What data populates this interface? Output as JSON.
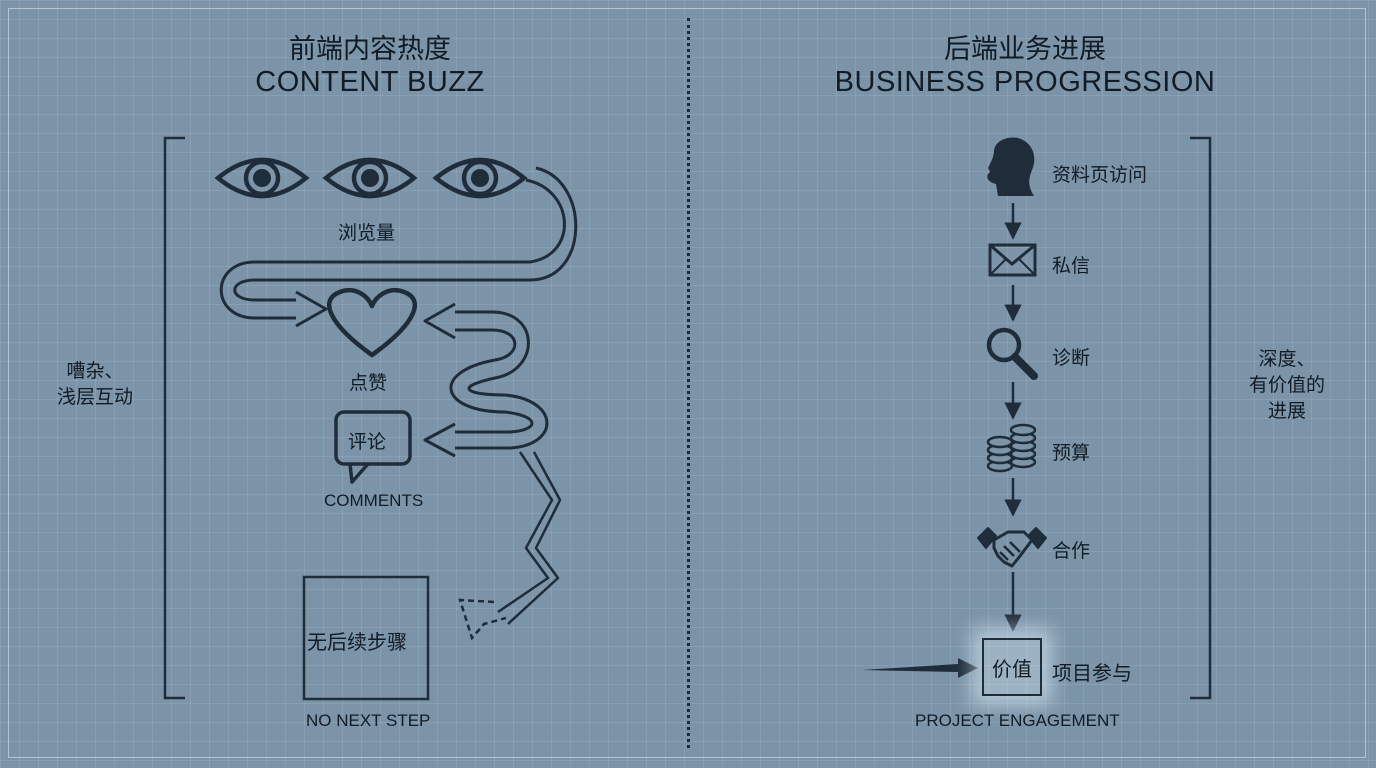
{
  "left": {
    "title_zh": "前端内容热度",
    "title_en": "CONTENT BUZZ",
    "views_label": "浏览量",
    "likes_label": "点赞",
    "comment_bubble": "评论",
    "comments_label": "COMMENTS",
    "no_next_box": "无后续步骤",
    "no_next_label": "NO NEXT STEP",
    "side_note": [
      "嘈杂、",
      "浅层互动"
    ]
  },
  "right": {
    "title_zh": "后端业务进展",
    "title_en": "BUSINESS PROGRESSION",
    "steps": [
      {
        "label": "资料页访问",
        "icon": "head-profile-icon"
      },
      {
        "label": "私信",
        "icon": "envelope-icon"
      },
      {
        "label": "诊断",
        "icon": "magnifier-icon"
      },
      {
        "label": "预算",
        "icon": "coin-stacks-icon"
      },
      {
        "label": "合作",
        "icon": "handshake-icon"
      }
    ],
    "value_box": "价值",
    "engagement_label": "项目参与",
    "engagement_en": "PROJECT ENGAGEMENT",
    "side_note": [
      "深度、",
      "有价值的",
      "进展"
    ]
  },
  "colors": {
    "background": "#7b94a8",
    "ink": "#1f2d3a"
  }
}
